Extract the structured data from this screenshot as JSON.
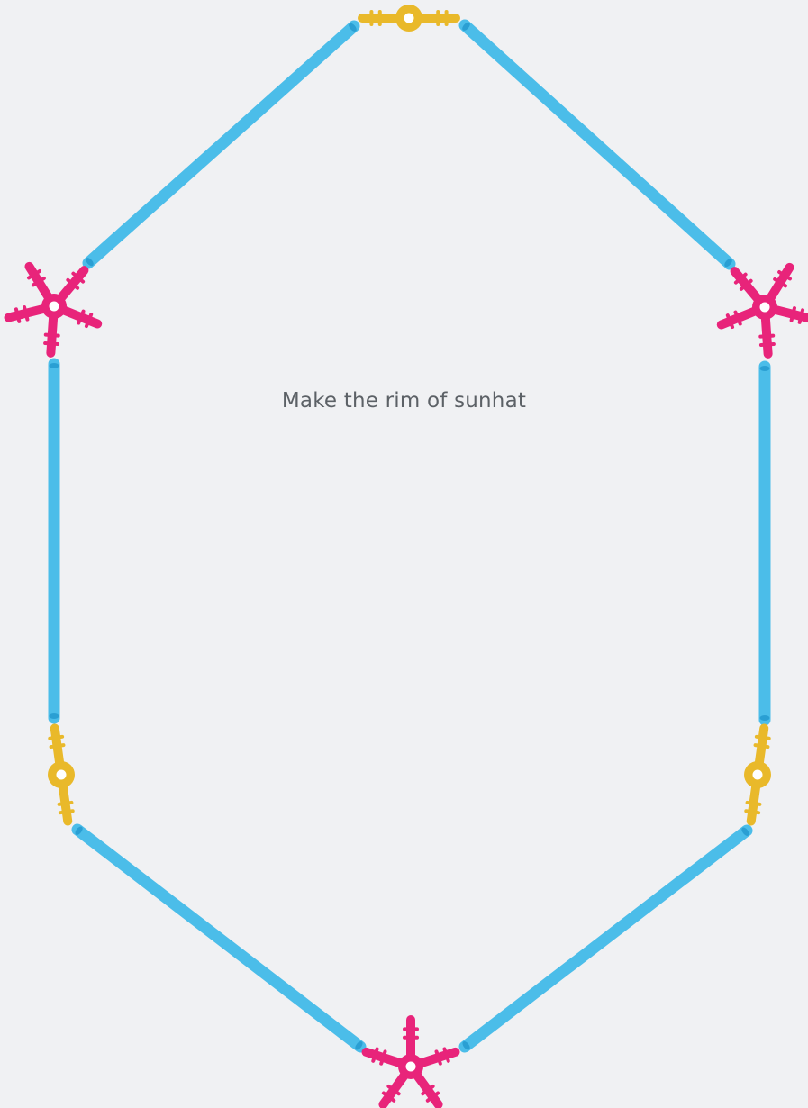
{
  "instruction": "Make the rim of sunhat",
  "colors": {
    "background": "#f0f1f3",
    "straw": "#4bbde9",
    "straw_end": "#2a9fd3",
    "connector_two_way": "#e9b92a",
    "connector_five_way": "#e8247a"
  },
  "pieces": {
    "straws": 6,
    "two_way_connectors": 3,
    "five_way_connectors": 3
  }
}
